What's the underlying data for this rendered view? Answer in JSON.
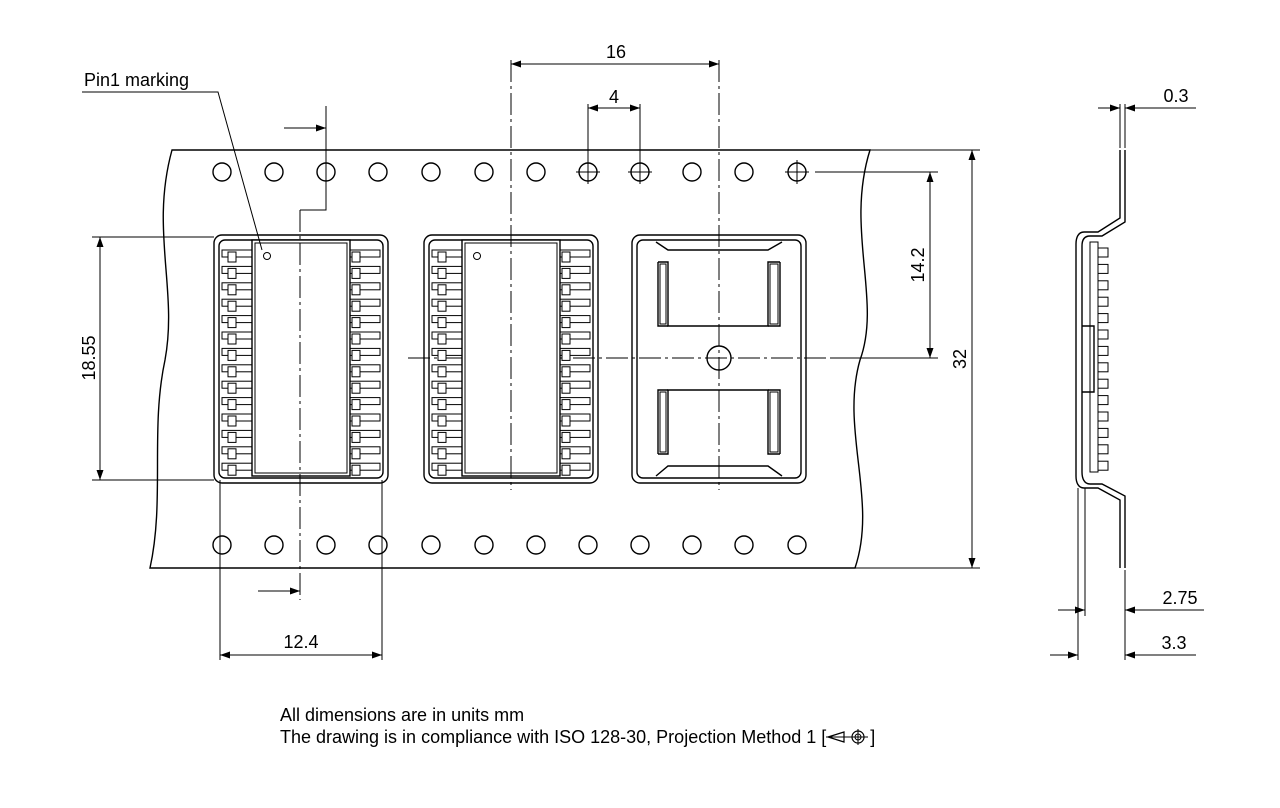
{
  "labels": {
    "pin1": "Pin1 marking"
  },
  "dimensions": {
    "pitch_16": "16",
    "hole_pitch_4": "4",
    "thickness_0_3": "0.3",
    "height_14_2": "14.2",
    "width_32": "32",
    "pocket_18_55": "18.55",
    "pocket_12_4": "12.4",
    "depth_2_75": "2.75",
    "depth_3_3": "3.3"
  },
  "notes": {
    "line1": "All dimensions are in units mm",
    "line2_prefix": "The drawing is in compliance with ISO 128-30, Projection Method 1 [",
    "line2_suffix": "]"
  },
  "projection_symbol": "first-angle-projection-icon"
}
